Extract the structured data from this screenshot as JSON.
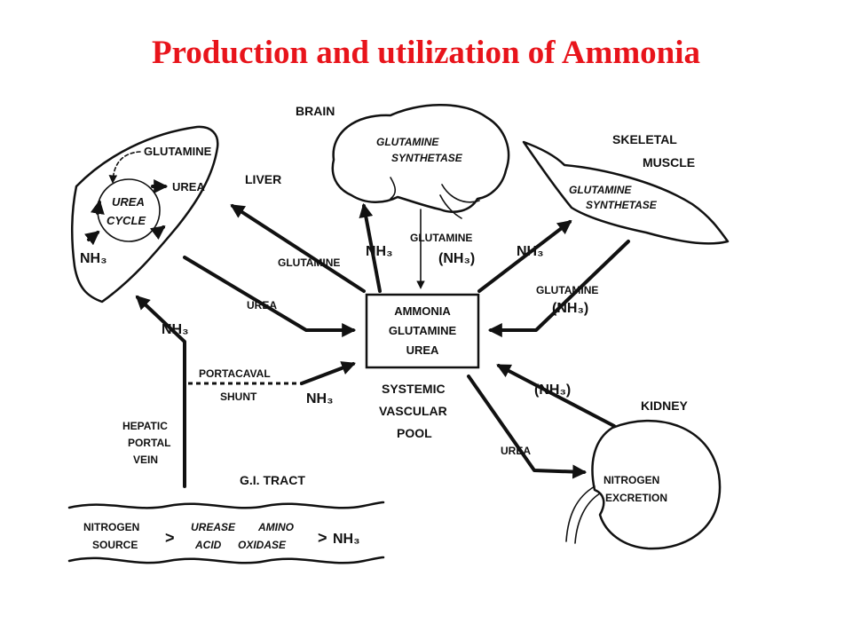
{
  "title": "Production and utilization of Ammonia",
  "organs": {
    "brain": "BRAIN",
    "liver": "LIVER",
    "skeletal": "SKELETAL",
    "muscle": "MUSCLE",
    "kidney": "KIDNEY",
    "gi_tract": "G.I.  TRACT"
  },
  "liver_box": {
    "glutamine": "GLUTAMINE",
    "urea": "UREA",
    "cycle_line1": "UREA",
    "cycle_line2": "CYCLE",
    "nh3": "NH₃"
  },
  "brain_box": {
    "line1": "GLUTAMINE",
    "line2": "SYNTHETASE"
  },
  "muscle_box": {
    "line1": "GLUTAMINE",
    "line2": "SYNTHETASE"
  },
  "pool": {
    "line1": "AMMONIA",
    "line2": "GLUTAMINE",
    "line3": "UREA",
    "caption1": "SYSTEMIC",
    "caption2": "VASCULAR",
    "caption3": "POOL"
  },
  "kidney_box": {
    "line1": "NITROGEN",
    "line2": "EXCRETION"
  },
  "gi_box": {
    "nitrogen": "NITROGEN",
    "source": "SOURCE",
    "gt1": ">",
    "urease": "UREASE",
    "amino": "AMINO",
    "acid": "ACID",
    "oxidase": "OXIDASE",
    "gt2": ">",
    "nh3": "NH₃"
  },
  "arrows": {
    "glutamine_to_liver": "GLUTAMINE",
    "urea_from_liver": "UREA",
    "nh3_to_liver": "NH₃",
    "nh3_to_brain": "NH₃",
    "glutamine_from_brain": "GLUTAMINE",
    "nh3_from_brain": "(NH₃)",
    "nh3_to_muscle": "NH₃",
    "glutamine_from_muscle": "GLUTAMINE",
    "nh3_from_muscle": "(NH₃)",
    "portacaval": "PORTACAVAL",
    "shunt": "SHUNT",
    "nh3_portacaval": "NH₃",
    "hepatic": "HEPATIC",
    "portal": "PORTAL",
    "vein": "VEIN",
    "nh3_from_kidney": "(NH₃)",
    "urea_to_kidney": "UREA"
  }
}
